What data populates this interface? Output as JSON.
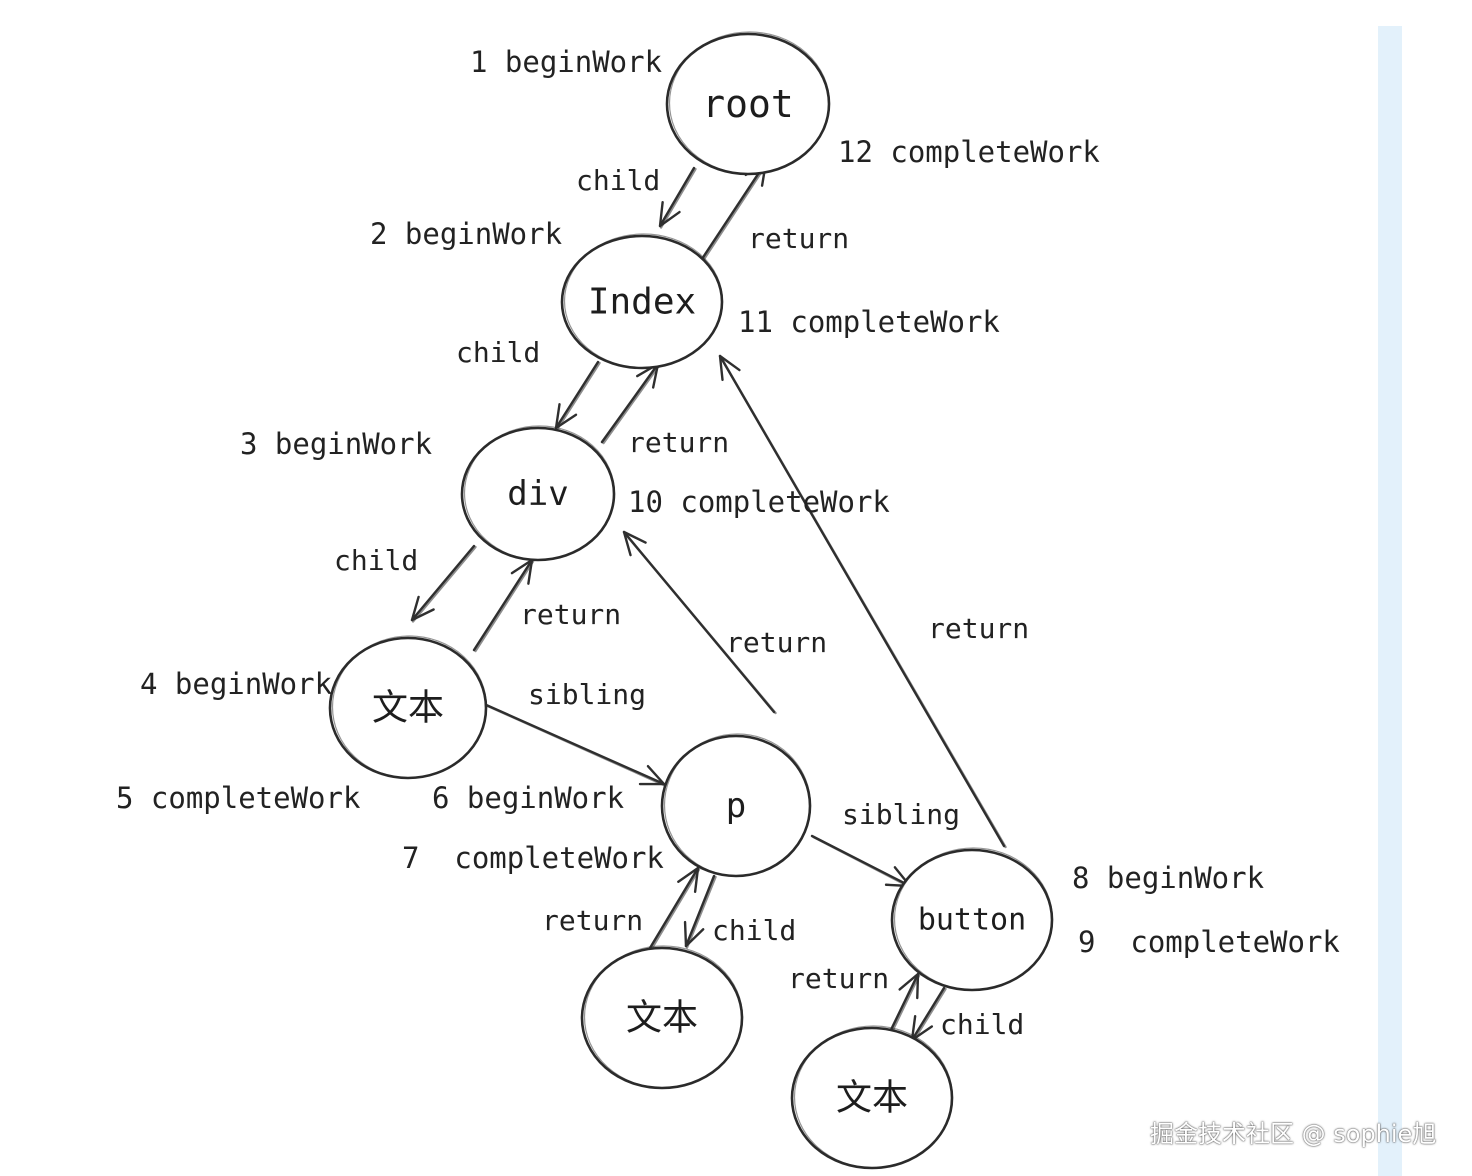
{
  "nodes": [
    {
      "id": "root",
      "label": "root"
    },
    {
      "id": "index",
      "label": "Index"
    },
    {
      "id": "div",
      "label": "div"
    },
    {
      "id": "text1",
      "label": "文本"
    },
    {
      "id": "p",
      "label": "p"
    },
    {
      "id": "text2",
      "label": "文本"
    },
    {
      "id": "button",
      "label": "button"
    },
    {
      "id": "text3",
      "label": "文本"
    }
  ],
  "annotations": [
    {
      "id": "a1",
      "text": "1 beginWork"
    },
    {
      "id": "a12",
      "text": "12 completeWork"
    },
    {
      "id": "a2",
      "text": "2 beginWork"
    },
    {
      "id": "a11",
      "text": "11 completeWork"
    },
    {
      "id": "a3",
      "text": "3 beginWork"
    },
    {
      "id": "a10",
      "text": "10 completeWork"
    },
    {
      "id": "a4",
      "text": "4 beginWork"
    },
    {
      "id": "a5",
      "text": "5 completeWork"
    },
    {
      "id": "a6",
      "text": "6 beginWork"
    },
    {
      "id": "a7",
      "text": "7  completeWork"
    },
    {
      "id": "a8",
      "text": "8 beginWork"
    },
    {
      "id": "a9",
      "text": "9  completeWork"
    }
  ],
  "edges": [
    {
      "id": "e1",
      "from": "root",
      "to": "index",
      "label": "child"
    },
    {
      "id": "e2",
      "from": "index",
      "to": "root",
      "label": "return"
    },
    {
      "id": "e3",
      "from": "index",
      "to": "div",
      "label": "child"
    },
    {
      "id": "e4",
      "from": "div",
      "to": "index",
      "label": "return"
    },
    {
      "id": "e5",
      "from": "div",
      "to": "text1",
      "label": "child"
    },
    {
      "id": "e6",
      "from": "text1",
      "to": "div",
      "label": "return"
    },
    {
      "id": "e7",
      "from": "text1",
      "to": "p",
      "label": "sibling"
    },
    {
      "id": "e8",
      "from": "p",
      "to": "div",
      "label": "return"
    },
    {
      "id": "e9",
      "from": "p",
      "to": "button",
      "label": "sibling"
    },
    {
      "id": "e10",
      "from": "button",
      "to": "index",
      "label": "return"
    },
    {
      "id": "e11",
      "from": "p",
      "to": "text2",
      "label": "child"
    },
    {
      "id": "e12",
      "from": "text2",
      "to": "p",
      "label": "return"
    },
    {
      "id": "e13",
      "from": "button",
      "to": "text3",
      "label": "child"
    },
    {
      "id": "e14",
      "from": "text3",
      "to": "button",
      "label": "return"
    }
  ],
  "watermark": "掘金技术社区 @ sophie旭"
}
